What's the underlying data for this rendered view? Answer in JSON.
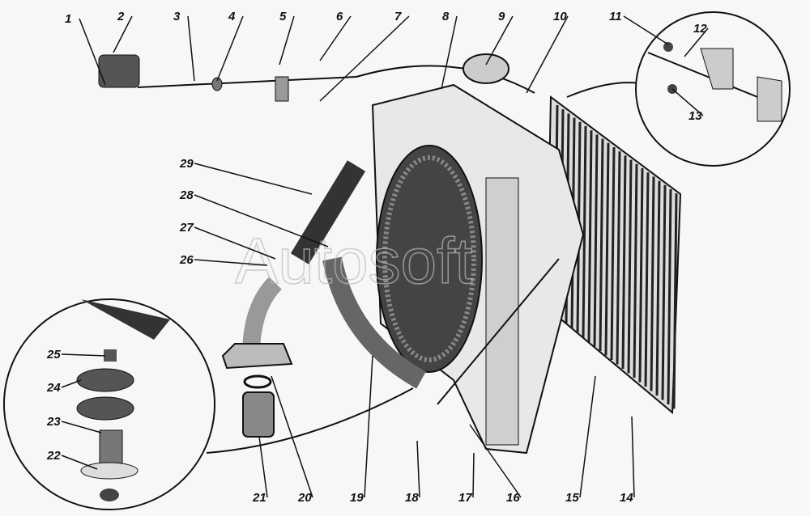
{
  "watermark": "Autosoft",
  "callouts": [
    {
      "id": "1",
      "text": "1"
    },
    {
      "id": "2",
      "text": "2"
    },
    {
      "id": "3",
      "text": "3"
    },
    {
      "id": "4",
      "text": "4"
    },
    {
      "id": "5",
      "text": "5"
    },
    {
      "id": "6",
      "text": "6"
    },
    {
      "id": "7",
      "text": "7"
    },
    {
      "id": "8",
      "text": "8"
    },
    {
      "id": "9",
      "text": "9"
    },
    {
      "id": "10",
      "text": "10"
    },
    {
      "id": "11",
      "text": "11"
    },
    {
      "id": "12",
      "text": "12"
    },
    {
      "id": "13",
      "text": "13"
    },
    {
      "id": "14",
      "text": "14"
    },
    {
      "id": "15",
      "text": "15"
    },
    {
      "id": "16",
      "text": "16"
    },
    {
      "id": "17",
      "text": "17"
    },
    {
      "id": "18",
      "text": "18"
    },
    {
      "id": "19",
      "text": "19"
    },
    {
      "id": "20",
      "text": "20"
    },
    {
      "id": "21",
      "text": "21"
    },
    {
      "id": "22",
      "text": "22"
    },
    {
      "id": "23",
      "text": "23"
    },
    {
      "id": "24",
      "text": "24"
    },
    {
      "id": "25",
      "text": "25"
    },
    {
      "id": "26",
      "text": "26"
    },
    {
      "id": "27",
      "text": "27"
    },
    {
      "id": "28",
      "text": "28"
    },
    {
      "id": "29",
      "text": "29"
    }
  ]
}
